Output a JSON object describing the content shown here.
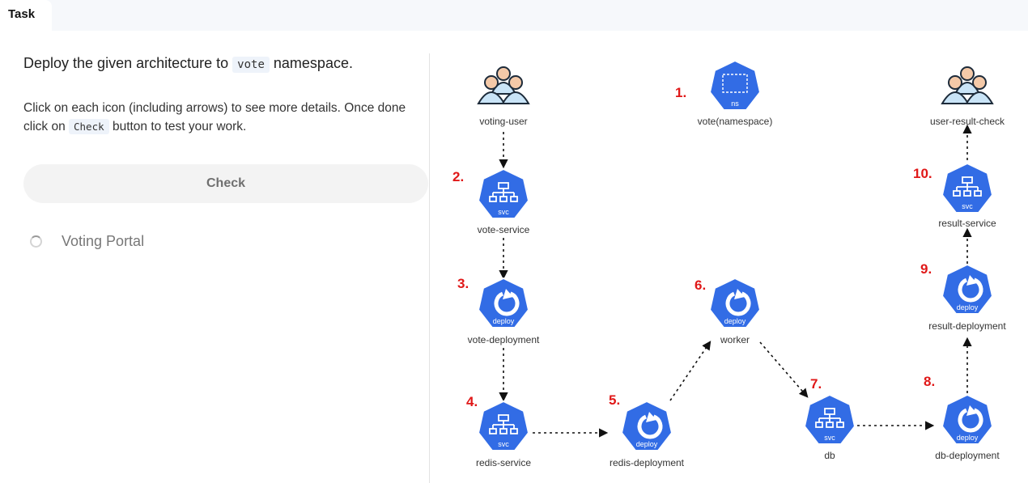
{
  "tabs": [
    {
      "label": "Task"
    }
  ],
  "task": {
    "title_prefix": "Deploy the given architecture to",
    "namespace_code": "vote",
    "title_suffix": "namespace.",
    "instr_part1": "Click on each icon (including arrows) to see more details. Once done click on",
    "instr_code": "Check",
    "instr_part2": "button to test your work.",
    "check_label": "Check",
    "portal_label": "Voting Portal"
  },
  "diagram": {
    "colors": {
      "k8s_blue": "#326ce5",
      "number_red": "#e01818",
      "user_fill": "#f4c9a8",
      "user_shirt": "#c9e4f7"
    },
    "nodes": {
      "voting_user": {
        "label": "voting-user",
        "icon": "users-icon"
      },
      "vote_ns": {
        "label": "vote(namespace)",
        "number": "1.",
        "badge": "ns",
        "icon": "namespace-icon"
      },
      "user_result_check": {
        "label": "user-result-check",
        "icon": "users-icon"
      },
      "vote_service": {
        "label": "vote-service",
        "number": "2.",
        "badge": "svc",
        "icon": "service-icon"
      },
      "vote_deployment": {
        "label": "vote-deployment",
        "number": "3.",
        "badge": "deploy",
        "icon": "deployment-icon"
      },
      "redis_service": {
        "label": "redis-service",
        "number": "4.",
        "badge": "svc",
        "icon": "service-icon"
      },
      "redis_deployment": {
        "label": "redis-deployment",
        "number": "5.",
        "badge": "deploy",
        "icon": "deployment-icon"
      },
      "worker": {
        "label": "worker",
        "number": "6.",
        "badge": "deploy",
        "icon": "deployment-icon"
      },
      "db": {
        "label": "db",
        "number": "7.",
        "badge": "svc",
        "icon": "service-icon"
      },
      "db_deployment": {
        "label": "db-deployment",
        "number": "8.",
        "badge": "deploy",
        "icon": "deployment-icon"
      },
      "result_deployment": {
        "label": "result-deployment",
        "number": "9.",
        "badge": "deploy",
        "icon": "deployment-icon"
      },
      "result_service": {
        "label": "result-service",
        "number": "10.",
        "badge": "svc",
        "icon": "service-icon"
      }
    }
  }
}
